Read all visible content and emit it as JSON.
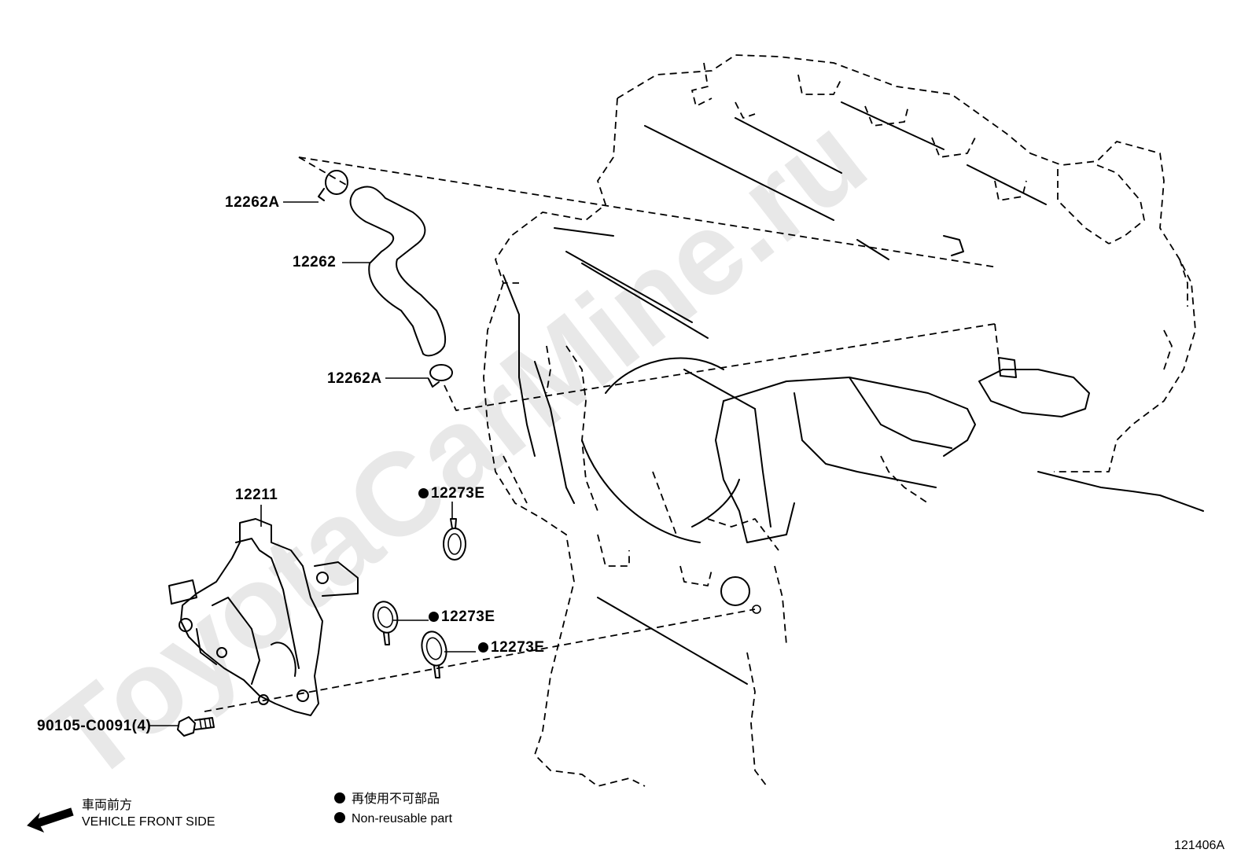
{
  "labels": {
    "clip_top": "12262A",
    "hose": "12262",
    "clip_bottom": "12262A",
    "vacuum_pump": "12211",
    "o_ring_1": "12273E",
    "o_ring_2": "12273E",
    "o_ring_3": "12273E",
    "bolt": "90105-C0091(4)"
  },
  "legend": {
    "direction_jp": "車両前方",
    "direction_en": "VEHICLE FRONT SIDE",
    "nonreusable_jp": "再使用不可部品",
    "nonreusable_en": "Non-reusable part"
  },
  "figure_code": "121406A",
  "watermark": "ToyotaCarMine.ru"
}
